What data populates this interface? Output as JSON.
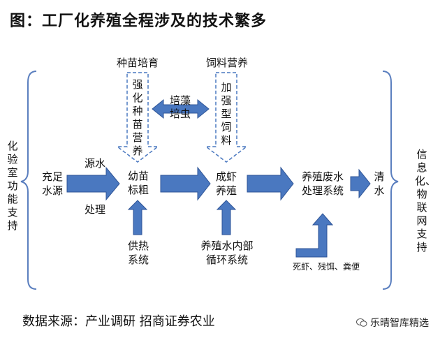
{
  "title": "图：工厂化养殖全程涉及的技术繁多",
  "source": "数据来源：产业调研 招商证券农业",
  "watermark": "乐晴智库精选",
  "colors": {
    "arrow_fill": "#4a78c0",
    "arrow_stroke": "#2f5597",
    "bracket": "#5b7fbf",
    "dashed": "#4a78c0"
  },
  "left_side": "化验室功能支持",
  "right_side": "信息化、物联网支持",
  "top_labels": {
    "seed": "种苗培育",
    "feed": "饲料营养"
  },
  "dashed_boxes": {
    "seed": "强化种苗营养",
    "feed": "加强型饲料"
  },
  "algae": {
    "line1": "培藻",
    "line2": "培虫"
  },
  "nodes": {
    "water": {
      "line1": "充足",
      "line2": "水源"
    },
    "fry": {
      "line1": "幼苗",
      "line2": "标粗"
    },
    "shrimp": {
      "line1": "成虾",
      "line2": "养殖"
    },
    "waste": {
      "line1": "养殖废水",
      "line2": "处理系统"
    },
    "clear": {
      "line1": "清",
      "line2": "水"
    }
  },
  "arrow_labels": {
    "top": "源水",
    "bottom": "处理"
  },
  "bottom_labels": {
    "heat": {
      "line1": "供热",
      "line2": "系统"
    },
    "circ": {
      "line1": "养殖水内部",
      "line2": "循环系统"
    },
    "dead": "死虾、残饵、粪便"
  }
}
